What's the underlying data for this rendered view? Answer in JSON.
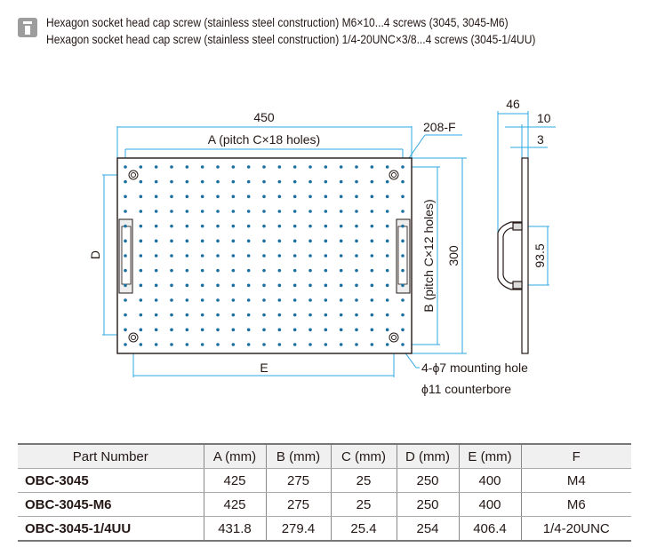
{
  "note": {
    "icon": "screw-icon",
    "lines": [
      "Hexagon socket head cap screw (stainless steel construction) M6×10...4 screws (3045, 3045-M6)",
      "Hexagon socket head cap screw (stainless steel construction) 1/4-20UNC×3/8...4 screws (3045-1/4UU)"
    ]
  },
  "drawing": {
    "dim_450": "450",
    "dim_a": "A (pitch C×18 holes)",
    "dim_208f": "208-F",
    "dim_d": "D",
    "dim_e": "E",
    "dim_b": "B (pitch C×12 holes)",
    "dim_300": "300",
    "mount_hole": "4-ϕ7 mounting hole",
    "counterbore": "ϕ11 counterbore",
    "side_46": "46",
    "side_10": "10",
    "side_3": "3",
    "side_935": "93.5",
    "colors": {
      "dim": "#2ea7e0",
      "hole": "#1a6fa0",
      "line": "#231815"
    }
  },
  "table": {
    "headers": [
      "Part Number",
      "A (mm)",
      "B (mm)",
      "C (mm)",
      "D (mm)",
      "E (mm)",
      "F"
    ],
    "rows": [
      [
        "OBC-3045",
        "425",
        "275",
        "25",
        "250",
        "400",
        "M4"
      ],
      [
        "OBC-3045-M6",
        "425",
        "275",
        "25",
        "250",
        "400",
        "M6"
      ],
      [
        "OBC-3045-1/4UU",
        "431.8",
        "279.4",
        "25.4",
        "254",
        "406.4",
        "1/4-20UNC"
      ]
    ]
  }
}
